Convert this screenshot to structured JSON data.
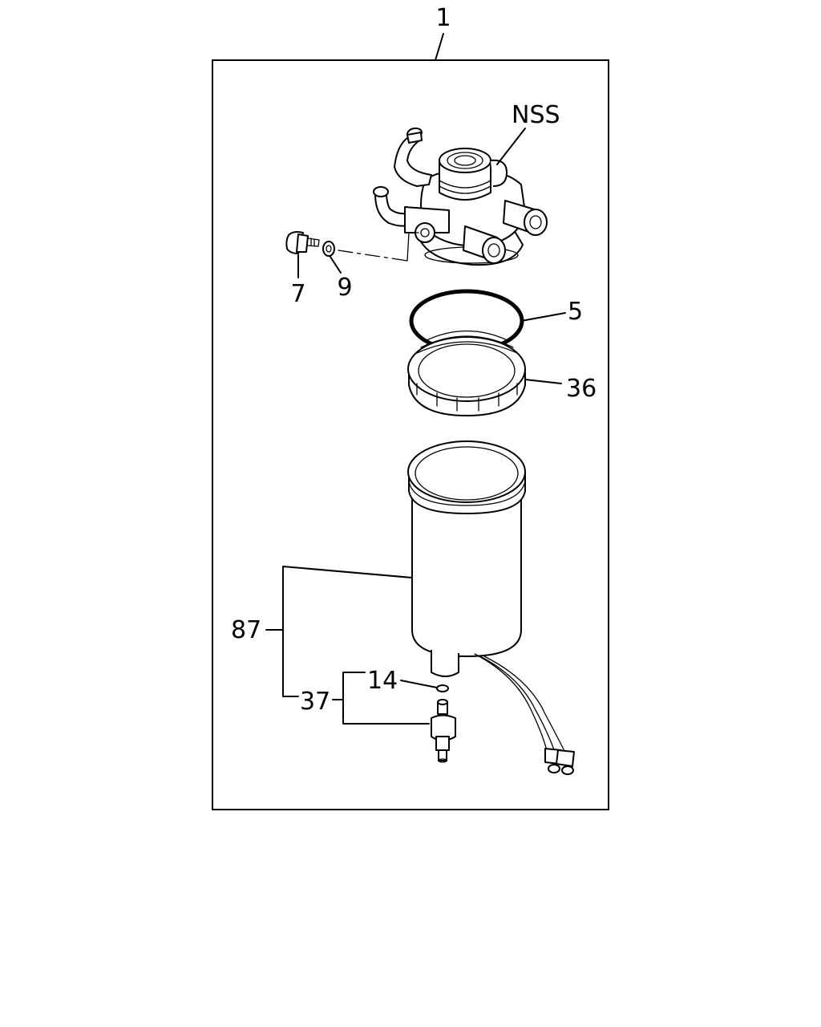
{
  "callouts": {
    "assembly": "1",
    "head": "NSS",
    "bolt": "7",
    "washer": "9",
    "o_ring": "5",
    "retaining_ring": "36",
    "filter_element": "87",
    "sensor_assembly": "37",
    "sensor_o_ring": "14"
  }
}
